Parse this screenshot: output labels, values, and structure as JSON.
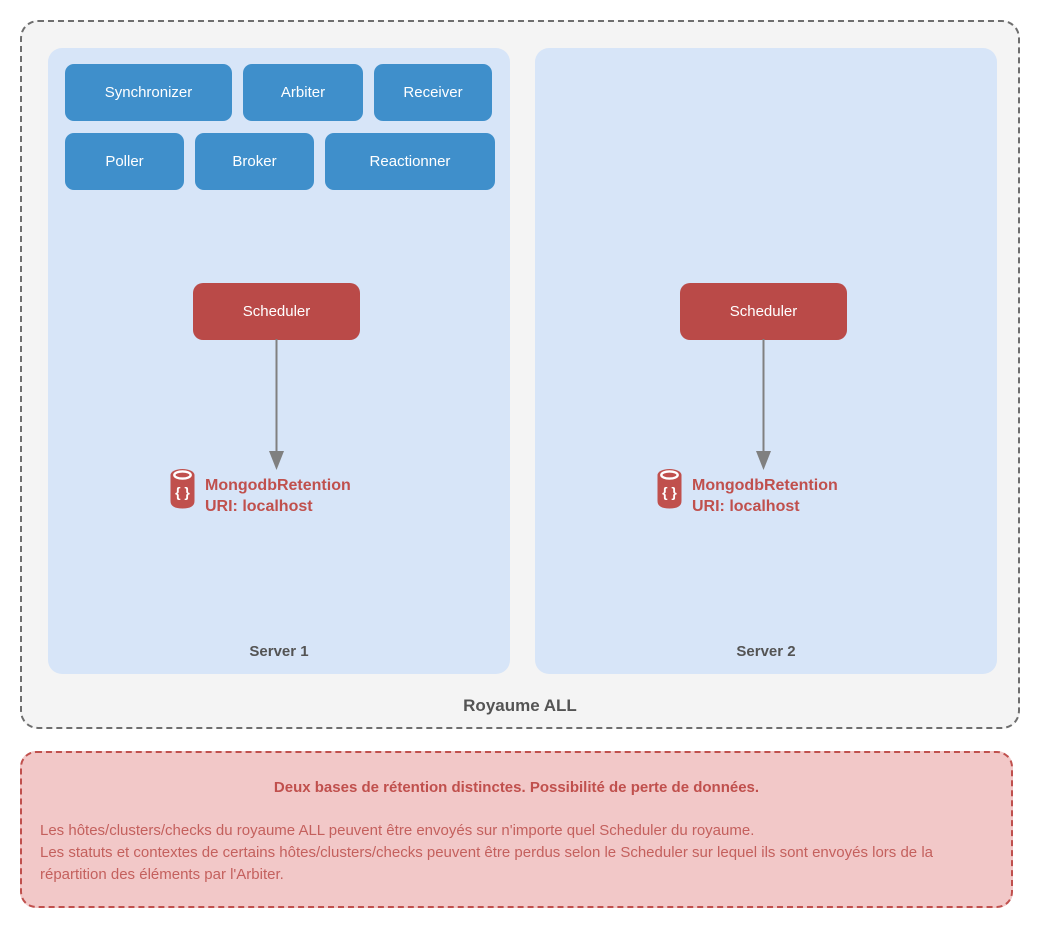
{
  "diagram": {
    "realm_label": "Royaume ALL",
    "servers": [
      {
        "name": "Server 1",
        "daemons_row1": [
          "Synchronizer",
          "Arbiter",
          "Receiver"
        ],
        "daemons_row2": [
          "Poller",
          "Broker",
          "Reactionner"
        ],
        "scheduler_label": "Scheduler",
        "db_title": "MongodbRetention",
        "db_uri": "URI: localhost",
        "db_icon": "database-cylinder-with-braces"
      },
      {
        "name": "Server 2",
        "scheduler_label": "Scheduler",
        "db_title": "MongodbRetention",
        "db_uri": "URI: localhost",
        "db_icon": "database-cylinder-with-braces"
      }
    ]
  },
  "warning": {
    "title": "Deux bases de rétention distinctes. Possibilité de perte de données.",
    "lines": [
      "Les hôtes/clusters/checks du royaume ALL peuvent être envoyés sur n'importe quel Scheduler du royaume.",
      "Les statuts et contextes de certains hôtes/clusters/checks peuvent être perdus selon le Scheduler sur lequel ils sont envoyés lors de la répartition des éléments par l'Arbiter."
    ]
  },
  "colors": {
    "daemon_blue": "#3F8FCB",
    "scheduler_red": "#BA4A48",
    "db_red": "#C0504D",
    "server_bg": "#D7E5F8",
    "realm_bg": "#F4F4F4",
    "realm_border": "#6E6E6E",
    "warning_bg": "#F2C8C8",
    "warning_border": "#C0504D",
    "warning_text": "#C4605D",
    "label_gray": "#545454",
    "arrow_gray": "#808080"
  }
}
